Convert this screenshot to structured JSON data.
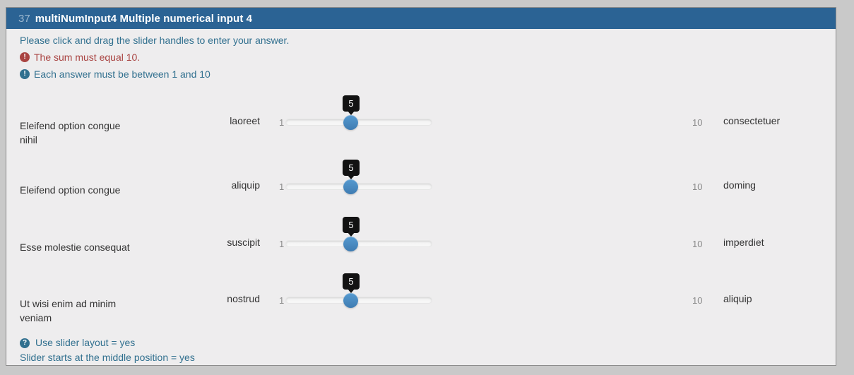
{
  "header": {
    "number": "37",
    "title": "multiNumInput4 Multiple numerical input 4"
  },
  "instructions": {
    "main": "Please click and drag the slider handles to enter your answer.",
    "sum_rule": "The sum must equal 10.",
    "range_rule": "Each answer must be between 1 and 10"
  },
  "icons": {
    "exclamation": "!",
    "question": "?"
  },
  "rows": [
    {
      "question_line1": "Eleifend option congue",
      "question_line2": "nihil",
      "left_label": "laoreet",
      "min": "1",
      "value": "5",
      "max": "10",
      "right_label": "consectetuer"
    },
    {
      "question_line1": "Eleifend option congue",
      "question_line2": "",
      "left_label": "aliquip",
      "min": "1",
      "value": "5",
      "max": "10",
      "right_label": "doming"
    },
    {
      "question_line1": "Esse molestie consequat",
      "question_line2": "",
      "left_label": "suscipit",
      "min": "1",
      "value": "5",
      "max": "10",
      "right_label": "imperdiet"
    },
    {
      "question_line1": "Ut wisi enim ad minim",
      "question_line2": "veniam",
      "left_label": "nostrud",
      "min": "1",
      "value": "5",
      "max": "10",
      "right_label": "aliquip"
    }
  ],
  "footer": {
    "line1": "Use slider layout = yes",
    "line2": "Slider starts at the middle position = yes"
  },
  "colors": {
    "page_background": "#c9c9c9",
    "panel_background": "#eeedee",
    "header_background": "#2b6394",
    "info_text": "#31708f",
    "danger_text": "#a94442",
    "handle_blue": "#4a8cc4",
    "tooltip_background": "#121212"
  }
}
